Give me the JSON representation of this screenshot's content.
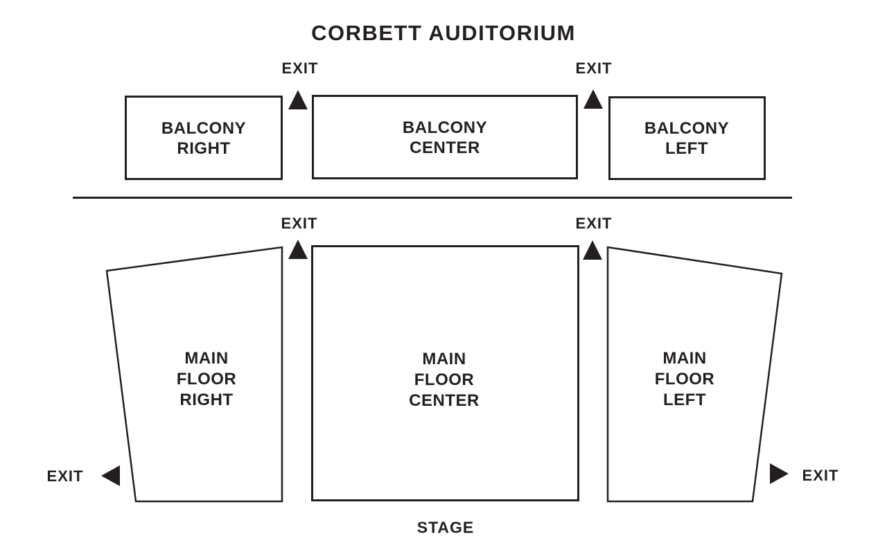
{
  "title": "CORBETT AUDITORIUM",
  "colors": {
    "ink": "#231f20",
    "background": "#ffffff"
  },
  "exits": {
    "balcony_aisle_left": "EXIT",
    "balcony_aisle_right": "EXIT",
    "floor_aisle_left": "EXIT",
    "floor_aisle_right": "EXIT",
    "floor_side_left": "EXIT",
    "floor_side_right": "EXIT"
  },
  "icons": {
    "exit_arrow_up": "triangle-up",
    "exit_arrow_left": "triangle-left",
    "exit_arrow_right": "triangle-right"
  },
  "sections": {
    "balcony_right": {
      "label": "BALCONY\nRIGHT"
    },
    "balcony_center": {
      "label": "BALCONY\nCENTER"
    },
    "balcony_left": {
      "label": "BALCONY\nLEFT"
    },
    "main_floor_right": {
      "label": "MAIN\nFLOOR\nRIGHT"
    },
    "main_floor_center": {
      "label": "MAIN\nFLOOR\nCENTER"
    },
    "main_floor_left": {
      "label": "MAIN\nFLOOR\nLEFT"
    }
  },
  "stage": {
    "label": "STAGE"
  }
}
